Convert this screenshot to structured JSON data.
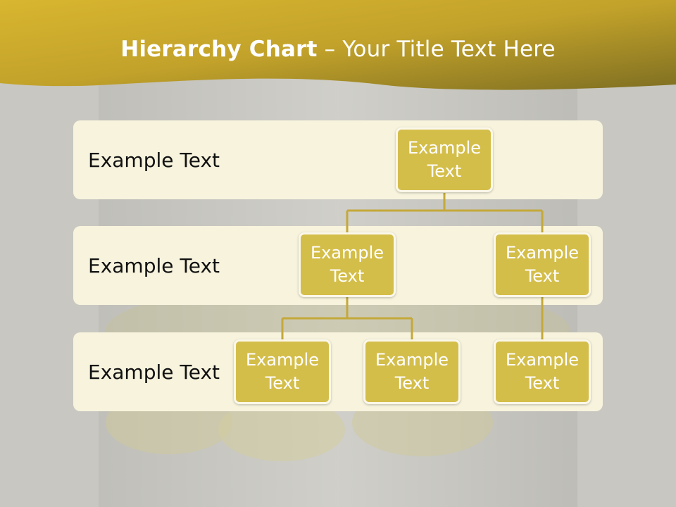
{
  "slide": {
    "title_bold": "Hierarchy Chart",
    "title_sep": " – ",
    "title_rest": "Your Title Text Here"
  },
  "bands": [
    {
      "label": "Example Text"
    },
    {
      "label": "Example Text"
    },
    {
      "label": "Example Text"
    }
  ],
  "nodes": {
    "root": "Example Text",
    "level2_left": "Example Text",
    "level2_right": "Example Text",
    "level3_a": "Example Text",
    "level3_b": "Example Text",
    "level3_c": "Example Text"
  },
  "colors": {
    "header_gold": "#c9a82c",
    "node_fill": "#d4be4a",
    "band_fill": "#f7f3dd",
    "connector": "#c4a93a"
  }
}
